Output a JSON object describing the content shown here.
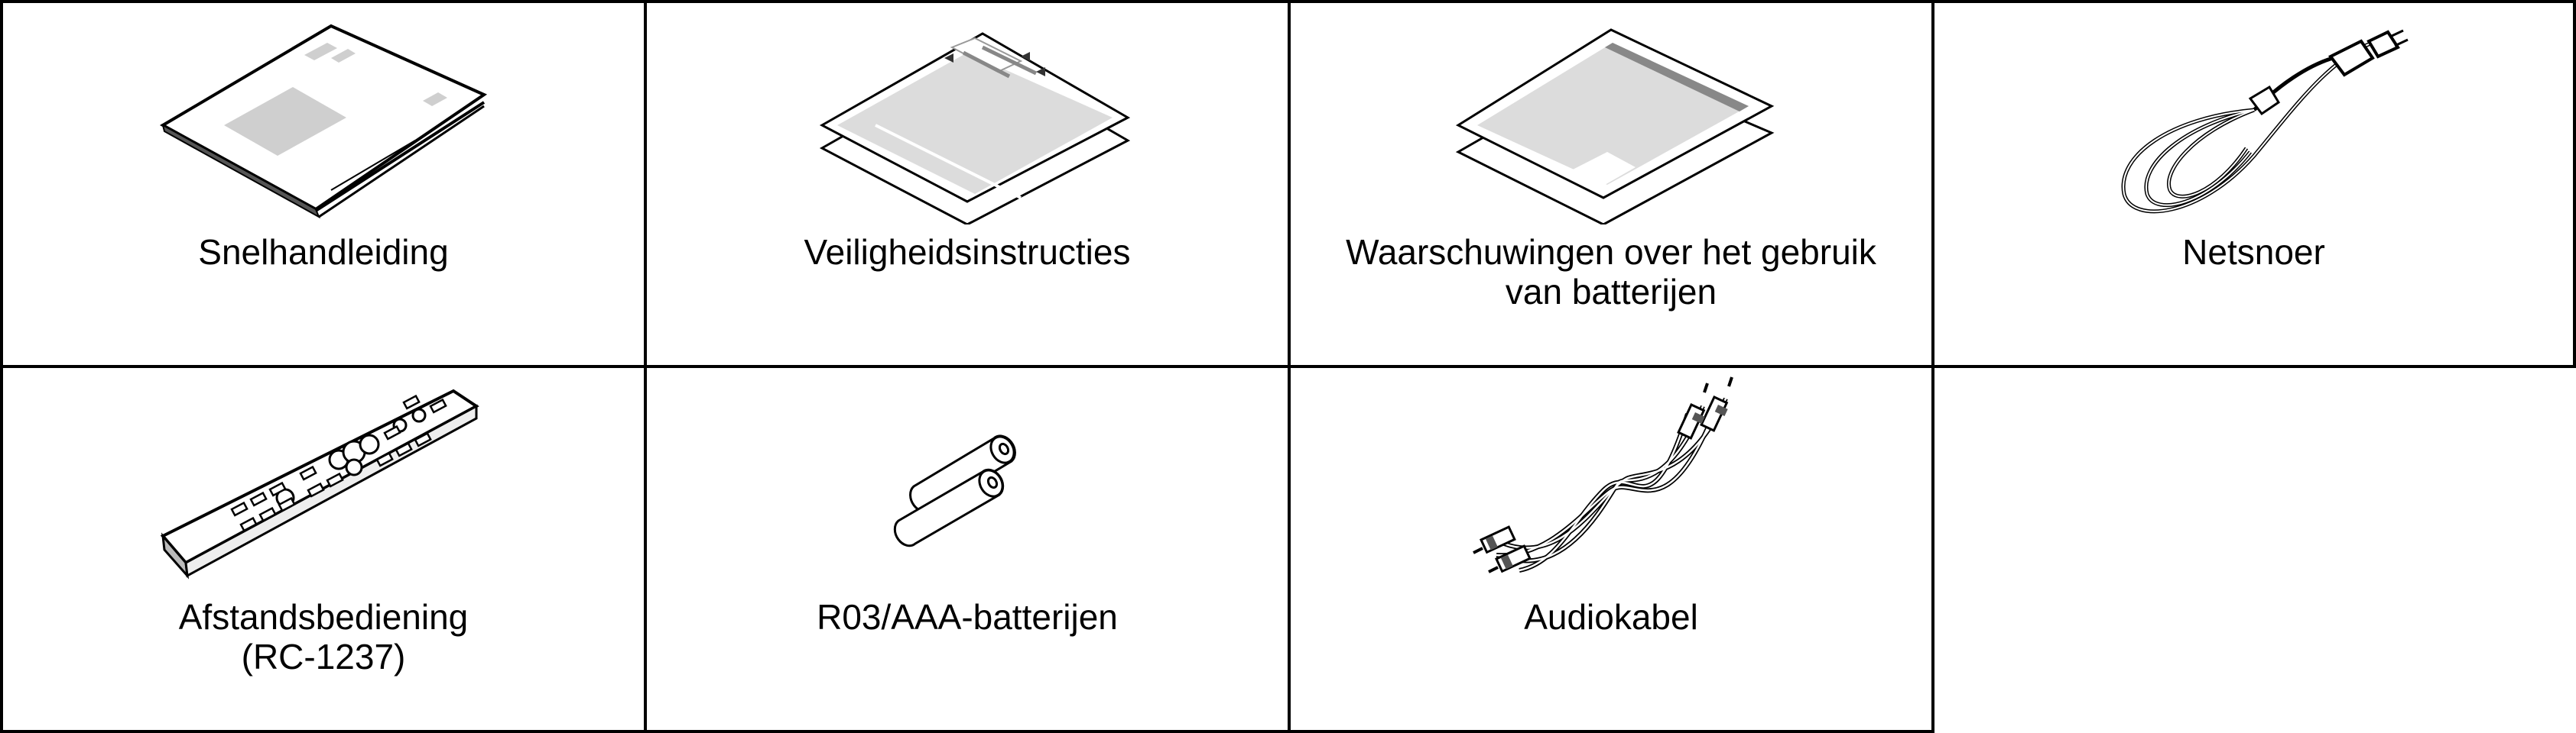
{
  "accessories": [
    {
      "id": "quick-guide",
      "lines": [
        "Snelhandleiding"
      ],
      "icon": "quick-guide-booklet-icon"
    },
    {
      "id": "safety-instructions",
      "lines": [
        "Veiligheidsinstructies"
      ],
      "icon": "safety-instructions-leaflet-icon"
    },
    {
      "id": "battery-warnings",
      "lines": [
        "Waarschuwingen over het gebruik",
        "van batterijen"
      ],
      "icon": "battery-warning-leaflet-icon"
    },
    {
      "id": "power-cord",
      "lines": [
        "Netsnoer"
      ],
      "icon": "power-cord-icon"
    },
    {
      "id": "remote-control",
      "lines": [
        "Afstandsbediening",
        "(RC-1237)"
      ],
      "icon": "remote-control-icon"
    },
    {
      "id": "batteries",
      "lines": [
        "R03/AAA-batterijen"
      ],
      "icon": "aaa-batteries-icon"
    },
    {
      "id": "audio-cable",
      "lines": [
        "Audiokabel"
      ],
      "icon": "audio-cable-icon"
    }
  ]
}
